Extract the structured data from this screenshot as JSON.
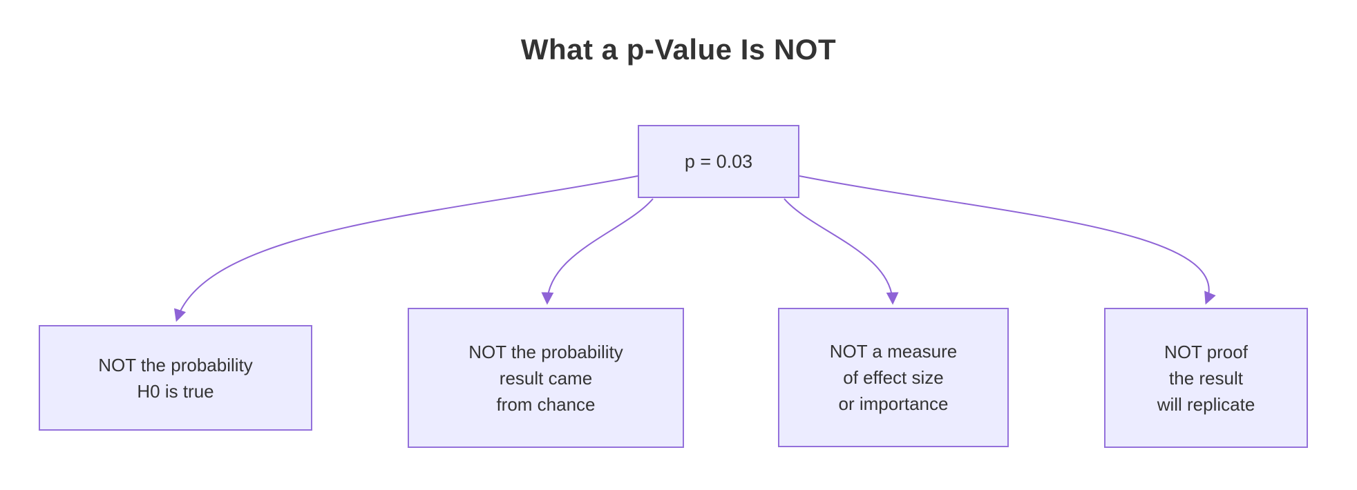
{
  "diagram": {
    "title": "What a p-Value Is NOT",
    "root": {
      "label": "p = 0.03"
    },
    "children": [
      {
        "lines": [
          "NOT the probability",
          "H0 is true"
        ]
      },
      {
        "lines": [
          "NOT the probability",
          "result came",
          "from chance"
        ]
      },
      {
        "lines": [
          "NOT a measure",
          "of effect size",
          "or importance"
        ]
      },
      {
        "lines": [
          "NOT proof",
          "the result",
          "will replicate"
        ]
      }
    ],
    "colors": {
      "node_fill": "#ECECFF",
      "node_border": "#9370DB",
      "edge": "#8E63D6",
      "text": "#333333",
      "background": "#FFFFFF"
    }
  }
}
